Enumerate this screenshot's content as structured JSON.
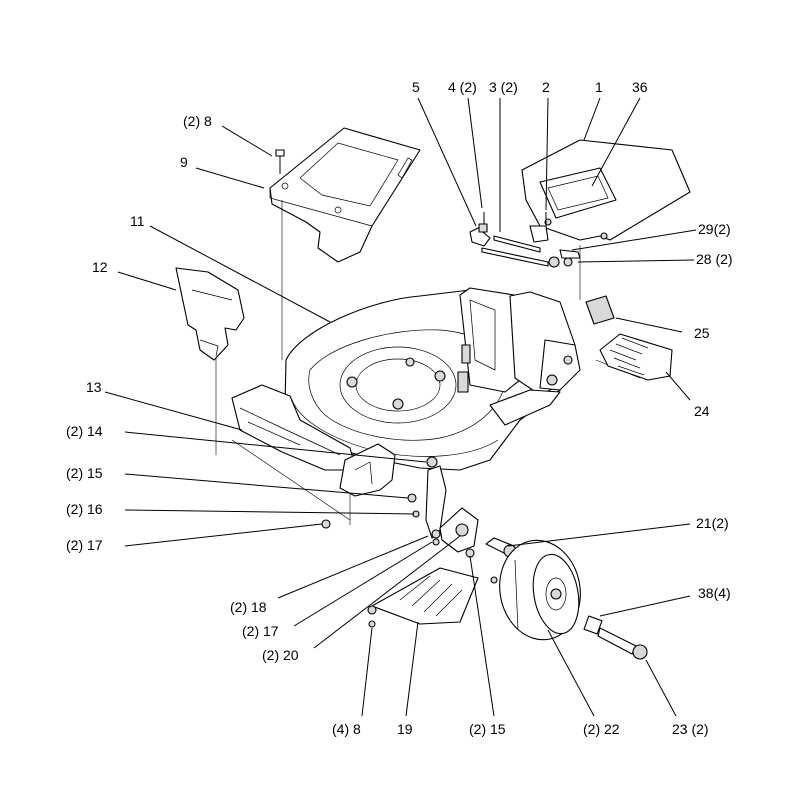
{
  "callouts": {
    "c5": "5",
    "c4": "4 (2)",
    "c3": "3 (2)",
    "c2": "2",
    "c1": "1",
    "c36": "36",
    "c8top": "(2)  8",
    "c9": "9",
    "c11": "11",
    "c12": "12",
    "c29": "29(2)",
    "c28": "28 (2)",
    "c25": "25",
    "c24": "24",
    "c13": "13",
    "c14": "(2) 14",
    "c15a": "(2) 15",
    "c16": "(2) 16",
    "c17a": "(2) 17",
    "c21": "21(2)",
    "c38": "38(4)",
    "c18": "(2) 18",
    "c17b": "(2) 17",
    "c20": "(2)  20",
    "c8bottom": "(4)  8",
    "c19": "19",
    "c15b": "(2) 15",
    "c22": "(2) 22",
    "c23": "23 (2)"
  }
}
